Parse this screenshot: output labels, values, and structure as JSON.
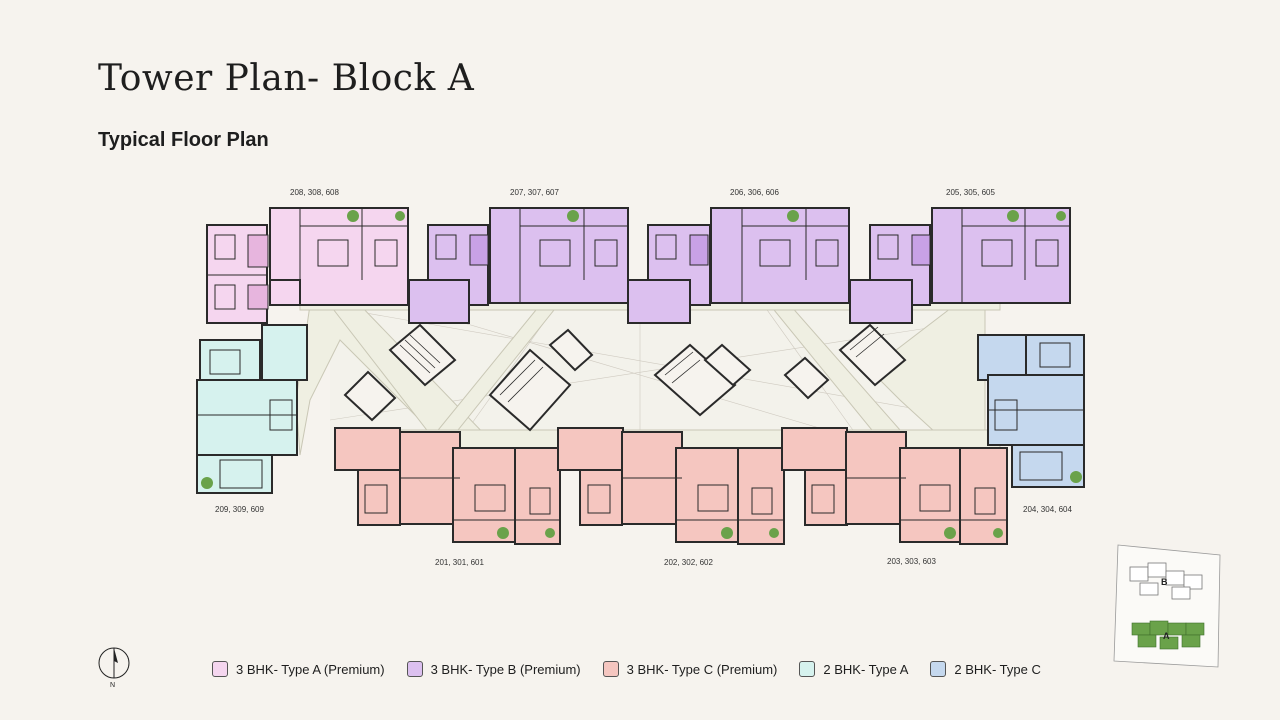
{
  "title": "Tower Plan- Block A",
  "subtitle": "Typical Floor Plan",
  "units": {
    "u208": "208, 308, 608",
    "u207": "207, 307, 607",
    "u206": "206, 306, 606",
    "u205": "205, 305, 605",
    "u209": "209, 309, 609",
    "u204": "204, 304, 604",
    "u201": "201, 301, 601",
    "u202": "202, 302, 602",
    "u203": "203, 303, 603"
  },
  "legend": [
    {
      "label": "3 BHK- Type A (Premium)",
      "color": "#f5d6ef"
    },
    {
      "label": "3 BHK- Type B (Premium)",
      "color": "#dcc0ef"
    },
    {
      "label": "3 BHK- Type C (Premium)",
      "color": "#f5c6c0"
    },
    {
      "label": "2 BHK- Type A",
      "color": "#d6f2ee"
    },
    {
      "label": "2 BHK- Type C",
      "color": "#c5d8ee"
    }
  ],
  "north": "N",
  "keymap": {
    "block_b": "B",
    "block_a": "A"
  },
  "colors": {
    "corridor": "#efefe2",
    "wall": "#2a2a2a",
    "plant": "#6aa24a"
  }
}
